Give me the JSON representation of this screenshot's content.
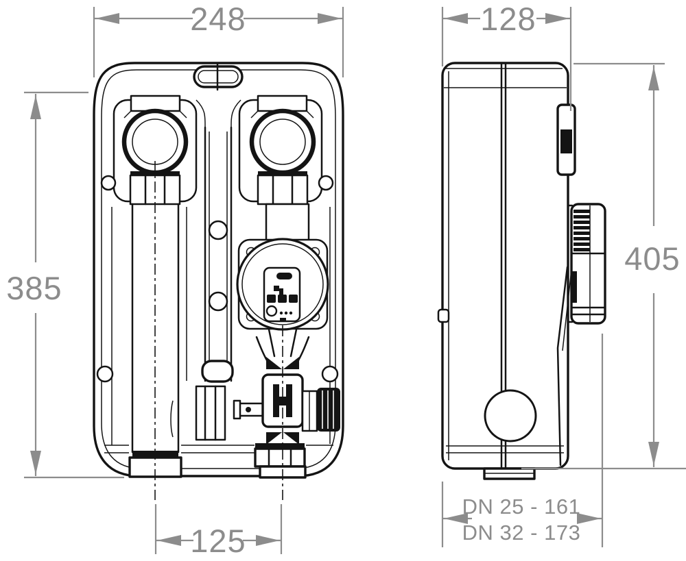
{
  "colors": {
    "line": "#141414",
    "dimension": "#8c8c8c",
    "background": "#ffffff"
  },
  "dimensions": {
    "front_width": "248",
    "front_height": "385",
    "port_spacing": "125",
    "side_width": "128",
    "side_height": "405",
    "depth_line1": "DN 25 - 161",
    "depth_line2": "DN 32 - 173"
  }
}
